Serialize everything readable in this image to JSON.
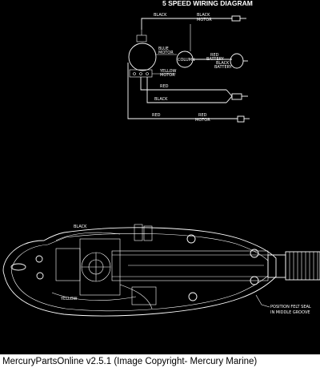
{
  "diagram": {
    "title": "5 SPEED WIRING DIAGRAM",
    "labels": {
      "black_top": "BLACK",
      "black_motor_1": "BLACK",
      "black_motor_2": "MOTOR",
      "blue_motor_1": "BLUE",
      "blue_motor_2": "MOTOR",
      "column": "COLUMN",
      "red_battery_1": "RED",
      "red_battery_2": "BATTERY",
      "black_battery_1": "BLACK",
      "black_battery_2": "BATTERY",
      "yellow_motor_1": "YELLOW",
      "yellow_motor_2": "MOTOR",
      "red_mid": "RED",
      "black_mid": "BLACK",
      "red_bottom": "RED",
      "red_motor_1": "RED",
      "red_motor_2": "MOTOR",
      "black_lower": "BLACK",
      "yellow_lower": "YELLOW",
      "felt_seal_1": "POSITION FELT SEAL",
      "felt_seal_2": "IN MIDDLE GROOVE"
    }
  },
  "caption": "MercuryPartsOnline v2.5.1 (Image Copyright- Mercury Marine)"
}
